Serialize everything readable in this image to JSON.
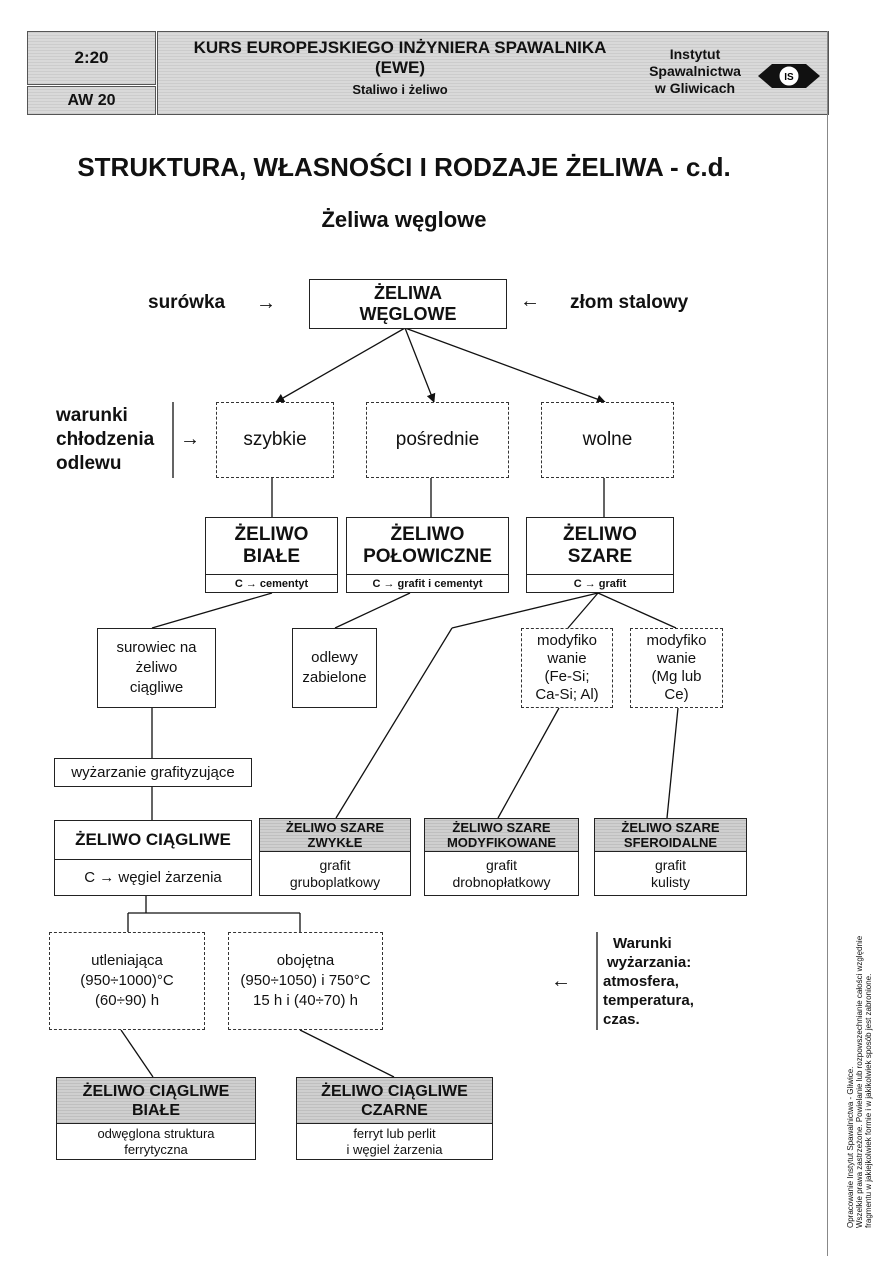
{
  "header": {
    "code_top": "2:20",
    "code_bottom": "AW 20",
    "course_line1": "KURS EUROPEJSKIEGO INŻYNIERA SPAWALNIKA",
    "course_line2": "(EWE)",
    "course_line3": "Staliwo i żeliwo",
    "inst_line1": "Instytut",
    "inst_line2": "Spawalnictwa",
    "inst_line3": "w Gliwicach",
    "logo_text": "IS"
  },
  "title": "STRUKTURA, WŁASNOŚCI I RODZAJE ŻELIWA - c.d.",
  "subtitle": "Żeliwa węglowe",
  "top": {
    "left_input": "surówka",
    "arrow_left": "→",
    "main_line1": "ŻELIWA",
    "main_line2": "WĘGLOWE",
    "arrow_right": "←",
    "right_input": "złom stalowy"
  },
  "cooling": {
    "label_line1": "warunki",
    "label_line2": "chłodzenia",
    "label_line3": "odlewu",
    "arrow": "→",
    "fast": "szybkie",
    "medium": "pośrednie",
    "slow": "wolne"
  },
  "types": {
    "white_line1": "ŻELIWO",
    "white_line2": "BIAŁE",
    "white_sub": "C → cementyt",
    "half_line1": "ŻELIWO",
    "half_line2": "POŁOWICZNE",
    "half_sub": "C  →  grafit i cementyt",
    "gray_line1": "ŻELIWO",
    "gray_line2": "SZARE",
    "gray_sub": "C → grafit"
  },
  "row3": {
    "pig_line1": "surowiec na",
    "pig_line2": "żeliwo",
    "pig_line3": "ciągliwe",
    "chill_line1": "odlewy",
    "chill_line2": "zabielone",
    "mod1_line1": "modyfiko",
    "mod1_line2": "wanie",
    "mod1_line3": "(Fe-Si;",
    "mod1_line4": "Ca-Si; Al)",
    "mod2_line1": "modyfiko",
    "mod2_line2": "wanie",
    "mod2_line3": "(Mg lub",
    "mod2_line4": "Ce)"
  },
  "annealing": "wyżarzanie grafityzujące",
  "malleable": {
    "title": "ŻELIWO CIĄGLIWE",
    "sub": "C → węgiel żarzenia"
  },
  "grays": {
    "ordinary_line1": "ŻELIWO SZARE",
    "ordinary_line2": "ZWYKŁE",
    "ordinary_sub1": "grafit",
    "ordinary_sub2": "gruboplatkowy",
    "modified_line1": "ŻELIWO SZARE",
    "modified_line2": "MODYFIKOWANE",
    "modified_sub1": "grafit",
    "modified_sub2": "drobnopłatkowy",
    "nodular_line1": "ŻELIWO SZARE",
    "nodular_line2": "SFEROIDALNE",
    "nodular_sub1": "grafit",
    "nodular_sub2": "kulisty"
  },
  "atmospheres": {
    "ox_line1": "utleniająca",
    "ox_line2": "(950÷1000)°C",
    "ox_line3": "(60÷90) h",
    "neu_line1": "obojętna",
    "neu_line2": "(950÷1050) i 750°C",
    "neu_line3": "15 h i (40÷70) h"
  },
  "conditions": {
    "arrow": "←",
    "line1": "Warunki",
    "line2": "wyżarzania:",
    "line3": "atmosfera,",
    "line4": "temperatura,",
    "line5": "czas."
  },
  "final": {
    "white_line1": "ŻELIWO CIĄGLIWE",
    "white_line2": "BIAŁE",
    "white_sub1": "odwęglona struktura",
    "white_sub2": "ferrytyczna",
    "black_line1": "ŻELIWO CIĄGLIWE",
    "black_line2": "CZARNE",
    "black_sub1": "ferryt lub perlit",
    "black_sub2": "i węgiel żarzenia"
  },
  "side_note": {
    "line1": "Opracowanie Instytut Spawalnictwa - Gliwice.",
    "line2": "Wszelkie prawa zastrzeżone. Powielanie lub rozpowszechnianie całości względnie",
    "line3": "fragmentu w jakiejkolwiek formie i w jakikolwiek sposób jest zabronione."
  }
}
